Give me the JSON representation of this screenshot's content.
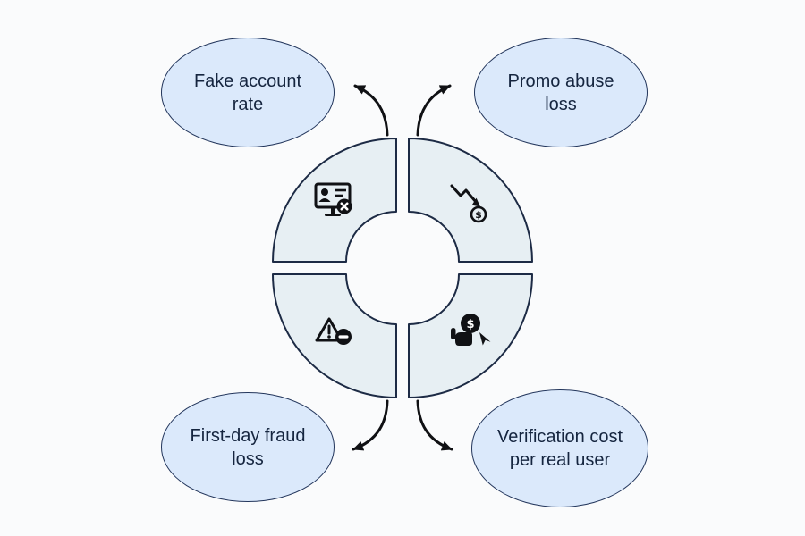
{
  "diagram": {
    "type": "cycle-infographic",
    "nodes": [
      {
        "label": "Fake account rate",
        "position": "top-left"
      },
      {
        "label": "Promo abuse loss",
        "position": "top-right"
      },
      {
        "label": "First-day fraud loss",
        "position": "bottom-left"
      },
      {
        "label": "Verification cost per real user",
        "position": "bottom-right"
      }
    ],
    "center_segments": [
      {
        "position": "top-left",
        "icon": "fake-account-monitor-icon",
        "linked_label": "Fake account rate"
      },
      {
        "position": "top-right",
        "icon": "declining-chart-dollar-icon",
        "linked_label": "Promo abuse loss"
      },
      {
        "position": "bottom-left",
        "icon": "fraud-warning-blocked-icon",
        "linked_label": "First-day fraud loss"
      },
      {
        "position": "bottom-right",
        "icon": "coin-hand-cursor-icon",
        "linked_label": "Verification cost per real user"
      }
    ],
    "arrows": [
      {
        "from": "center",
        "to": "top-left"
      },
      {
        "from": "center",
        "to": "top-right"
      },
      {
        "from": "center",
        "to": "bottom-left"
      },
      {
        "from": "center",
        "to": "bottom-right"
      }
    ],
    "icon_glyphs": {
      "dollar": "$"
    },
    "colors": {
      "background": "#fafbfc",
      "ellipse_fill": "#dbe9fb",
      "ellipse_border": "#23365c",
      "segment_fill": "#e7eff3",
      "segment_border": "#1d2b45",
      "icon_color": "#101114",
      "text_color": "#15253f"
    }
  }
}
